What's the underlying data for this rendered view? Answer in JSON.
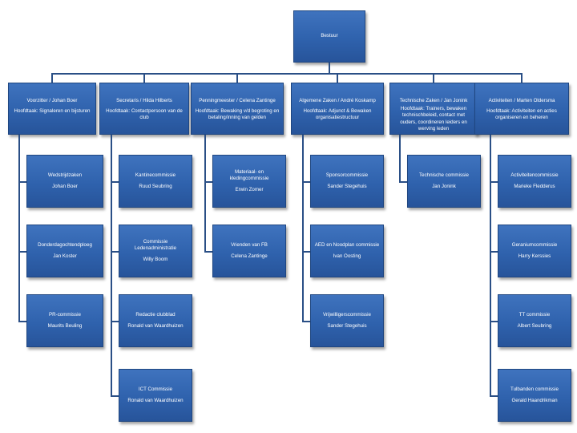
{
  "root": {
    "label": "Bestuur"
  },
  "departments": [
    {
      "title": "Voorzitter / Johan Boer",
      "task": "Hoofdtaak: Signaleren en bijsturen",
      "committees": [
        {
          "name": "Wedstrijdzaken",
          "person": "Johan Boer"
        },
        {
          "name": "Donderdagochtendploeg",
          "person": "Jan Koster"
        },
        {
          "name": "PR-commissie",
          "person": "Maurits Beuling"
        }
      ]
    },
    {
      "title": "Secretaris / Hilda Hilberts",
      "task": "Hoofdtaak: Contactpersoon van de club",
      "committees": [
        {
          "name": "Kantinecommissie",
          "person": "Ruud Seubring"
        },
        {
          "name": "Commissie Ledenadministratie",
          "person": "Willy Boom"
        },
        {
          "name": "Redactie clubblad",
          "person": "Ronald van Waardhuizen"
        },
        {
          "name": "ICT Commissie",
          "person": "Ronald van Waardhuizen"
        }
      ]
    },
    {
      "title": "Penningmeester / Celena Zantinge",
      "task": "Hoofdtaak: Bewaking v/d begroting en betaling/inning van gelden",
      "committees": [
        {
          "name": "Materiaal- en kledingcommissie",
          "person": "Erwin Zomer"
        },
        {
          "name": "Vrienden van FB",
          "person": "Celena Zantinge"
        }
      ]
    },
    {
      "title": "Algemene Zaken / André Koskamp",
      "task": "Hoofdtaak: Adjunct & Bewaken organisatiestructuur",
      "committees": [
        {
          "name": "Sponsorcommissie",
          "person": "Sander Stegehuis"
        },
        {
          "name": "AED en Noodplan commissie",
          "person": "Ivan Oosting"
        },
        {
          "name": "Vrijwilligerscommissie",
          "person": "Sander Stegehuis"
        }
      ]
    },
    {
      "title": "Technische Zaken / Jan Jonink",
      "task": "Hoofdtaak: Trainers, bewaken technischbeleid, contact met ouders, coordineren leiders en werving leden",
      "committees": [
        {
          "name": "Technische commissie",
          "person": "Jan Jonink"
        }
      ]
    },
    {
      "title": "Activiteiten / Marten Oldersma",
      "task": "Hoofdtaak: Activiteiten en acties organiseren en beheren",
      "committees": [
        {
          "name": "Activiteitencommissie",
          "person": "Marieke Fledderus"
        },
        {
          "name": "Geraniumcommissie",
          "person": "Harry Kerssies"
        },
        {
          "name": "TT commissie",
          "person": "Albert Seubring"
        },
        {
          "name": "Tulbanden commissie",
          "person": "Gerald Haandrikman"
        }
      ]
    }
  ]
}
